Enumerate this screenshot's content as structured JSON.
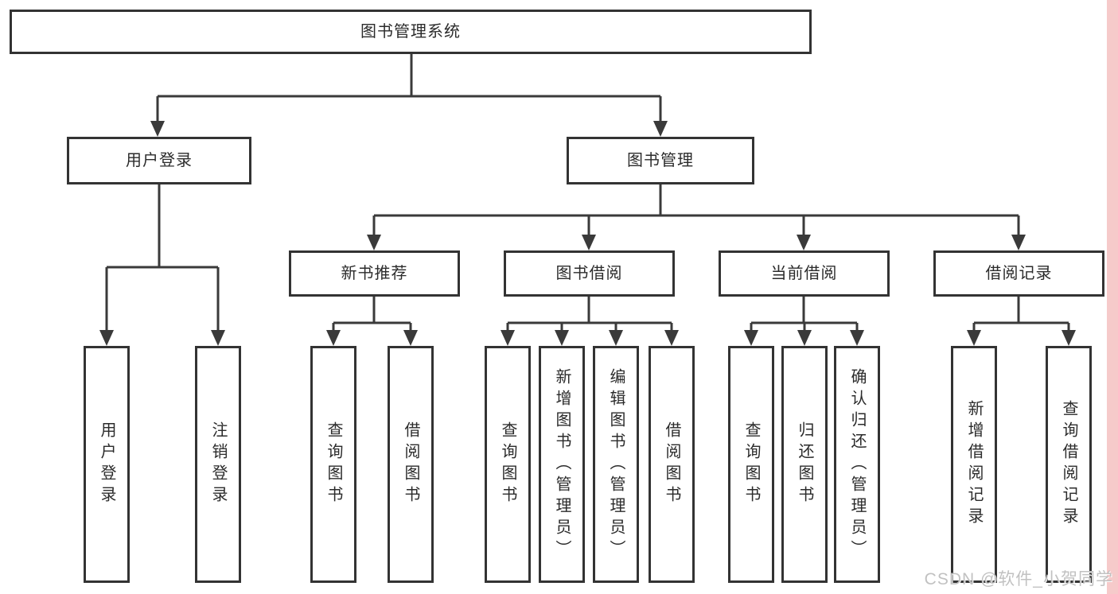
{
  "tree": {
    "root": {
      "label": "图书管理系统"
    },
    "children": [
      {
        "label": "用户登录",
        "children": [
          {
            "label": "用户登录"
          },
          {
            "label": "注销登录"
          }
        ]
      },
      {
        "label": "图书管理",
        "children": [
          {
            "label": "新书推荐",
            "children": [
              {
                "label": "查询图书"
              },
              {
                "label": "借阅图书"
              }
            ]
          },
          {
            "label": "图书借阅",
            "children": [
              {
                "label": "查询图书"
              },
              {
                "label": "新增图书（管理员）"
              },
              {
                "label": "编辑图书（管理员）"
              },
              {
                "label": "借阅图书"
              }
            ]
          },
          {
            "label": "当前借阅",
            "children": [
              {
                "label": "查询图书"
              },
              {
                "label": "归还图书"
              },
              {
                "label": "确认归还（管理员）"
              }
            ]
          },
          {
            "label": "借阅记录",
            "children": [
              {
                "label": "新增借阅记录"
              },
              {
                "label": "查询借阅记录"
              }
            ]
          }
        ]
      }
    ]
  },
  "watermark": {
    "text": "CSDN @软件_小贺同学"
  },
  "colors": {
    "line": "#3a3a3a",
    "box_border": "#333333",
    "background": "#ffffff",
    "accent_strip": "#f6caca",
    "watermark_text": "#bebebe"
  }
}
